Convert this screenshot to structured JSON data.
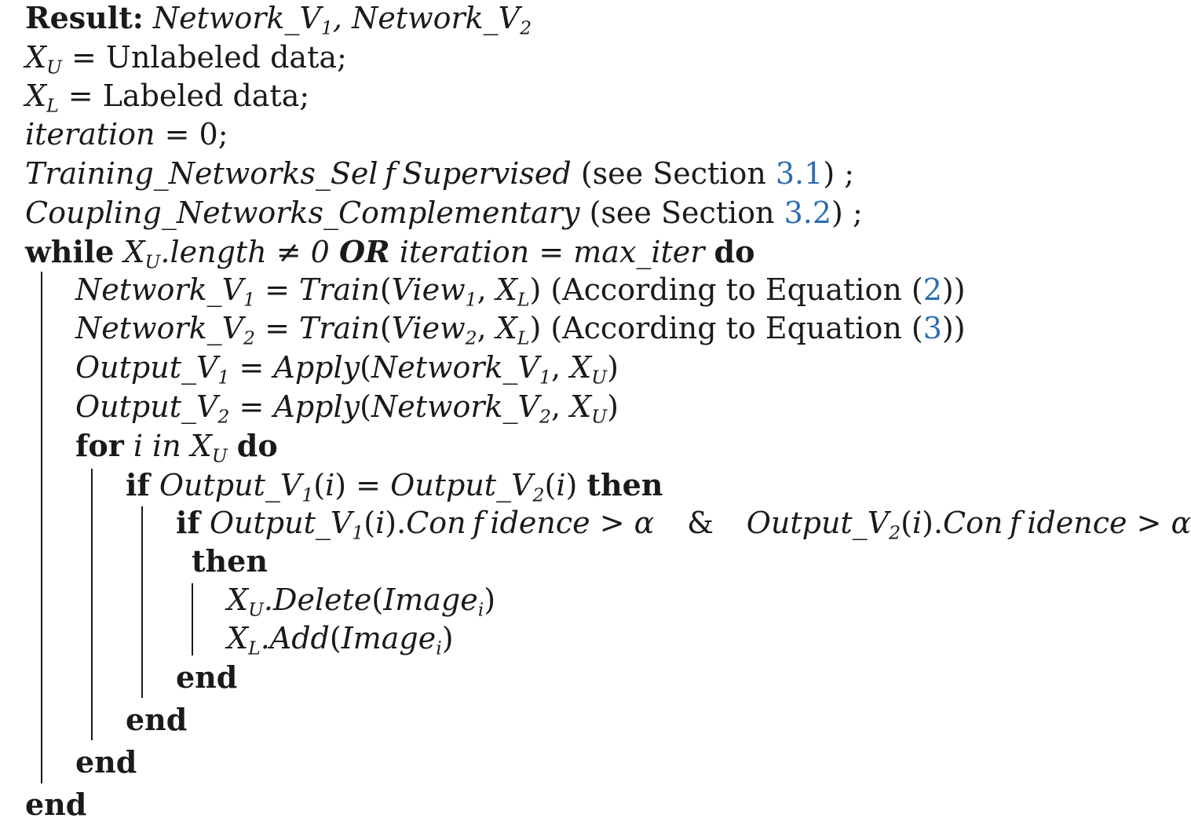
{
  "algorithm": {
    "result_keyword": "Result:",
    "result_value": "Network_V1, Network_V2",
    "lines": [
      "X_U = Unlabeled data;",
      "X_L = Labeled data;",
      "iteration = 0;",
      "Training_Networks_SelfSupervised (see Section 3.1) ;",
      "Coupling_Networks_Complementary (see Section 3.2) ;"
    ],
    "while_line": "while X_U.length ≠ 0 OR iteration = max_iter do",
    "while_body": [
      "Network_V1 = Train(View1, X_L) (According to Equation (2))",
      "Network_V2 = Train(View2, X_L) (According to Equation (3))",
      "Output_V1 = Apply(Network_V1, X_U)",
      "Output_V2 = Apply(Network_V2, X_U)"
    ],
    "for_line": "for i in X_U do",
    "if_outer": "if Output_V1(i) = Output_V2(i) then",
    "if_inner": "if Output_V1(i).Confidence > α & Output_V2(i).Confidence > α then",
    "if_inner_body": [
      "X_U.Delete(Image_i)",
      "X_L.Add(Image_i)"
    ],
    "end_keyword": "end",
    "refs": {
      "section_1": "3.1",
      "section_2": "3.2",
      "equation_1": "2",
      "equation_2": "3"
    }
  }
}
